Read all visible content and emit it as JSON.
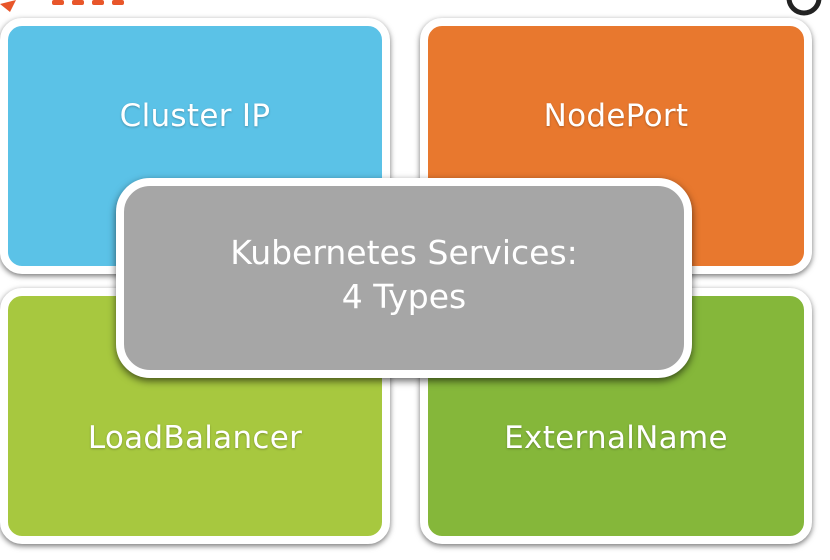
{
  "diagram": {
    "center": {
      "line1": "Kubernetes Services:",
      "line2": "4 Types",
      "color": "#a6a6a6"
    },
    "quadrants": [
      {
        "label": "Cluster IP",
        "color": "#5bc2e7"
      },
      {
        "label": "NodePort",
        "color": "#e8782e"
      },
      {
        "label": "LoadBalancer",
        "color": "#a7c83f"
      },
      {
        "label": "ExternalName",
        "color": "#85b73a"
      }
    ]
  }
}
